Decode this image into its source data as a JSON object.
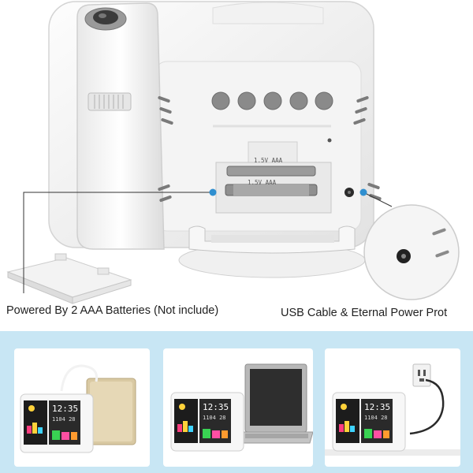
{
  "captions": {
    "left": "Powered By 2 AAA Batteries (Not include)",
    "right": "USB Cable & Eternal Power Prot"
  },
  "battery_labels": {
    "top": "1.5V    AAA",
    "bottom": "1.5V    AAA"
  },
  "colors": {
    "accent_blue": "#2f8fd0",
    "panel_bg": "#c8e6f4",
    "device_white": "#f6f6f6"
  },
  "icons": [
    "projector-lens-icon",
    "battery-icon",
    "power-jack-icon",
    "usb-cable-icon",
    "wall-outlet-icon",
    "laptop-icon",
    "power-bank-icon"
  ]
}
